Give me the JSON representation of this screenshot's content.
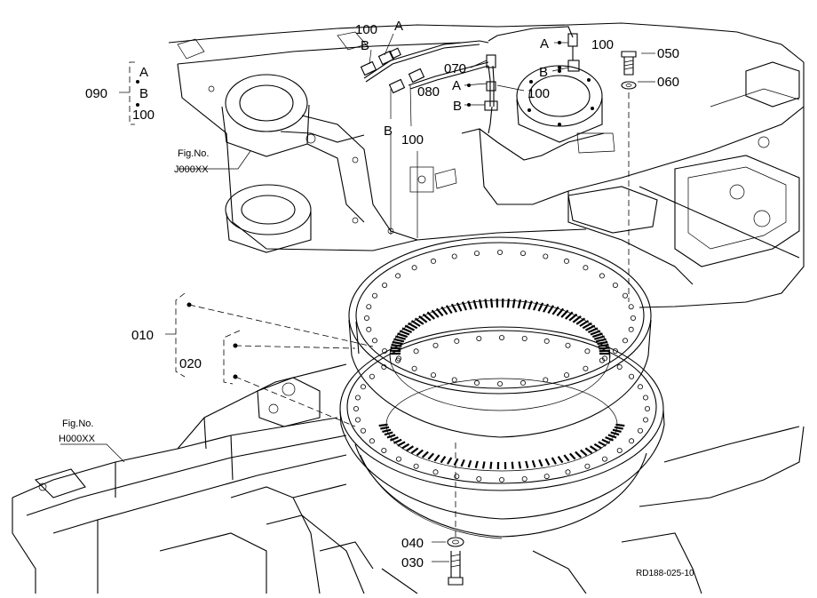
{
  "parts": {
    "p010": "010",
    "p020": "020",
    "p030": "030",
    "p040": "040",
    "p050": "050",
    "p060": "060",
    "p070": "070",
    "p080": "080",
    "p090": "090",
    "p100": "100"
  },
  "letters": {
    "a": "A",
    "b": "B"
  },
  "fig_refs": {
    "upper_label": "Fig.No.",
    "upper_code": "J000XX",
    "lower_label": "Fig.No.",
    "lower_code": "H000XX"
  },
  "drawing_code": "RD188-025-10"
}
